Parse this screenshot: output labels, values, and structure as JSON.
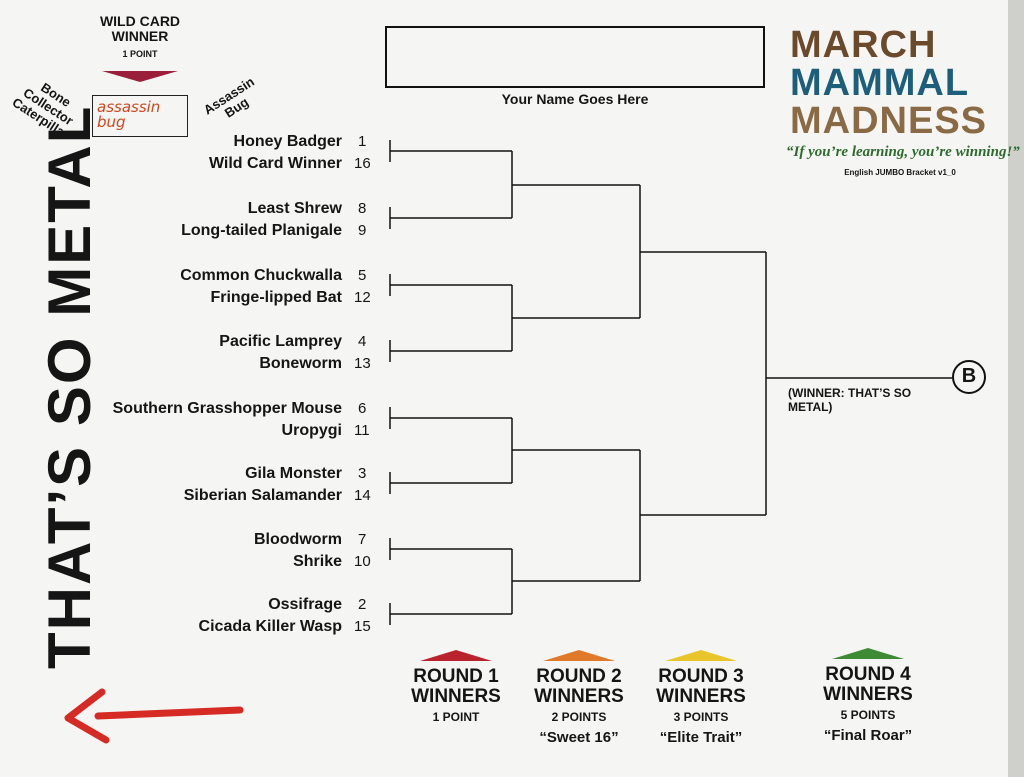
{
  "wild_card": {
    "title": "WILD CARD WINNER",
    "points": "1 POINT",
    "left_entry": "Bone Collector Caterpillar",
    "right_entry": "Assassin Bug",
    "handwritten_pick": "assassin bug"
  },
  "region_title": "THAT’S SO METAL",
  "name_box": {
    "label": "Your Name Goes Here"
  },
  "logo": {
    "line1": "MARCH",
    "line2": "MAMMAL",
    "line3": "MADNESS",
    "tagline": "“If you’re learning, you’re winning!”",
    "version": "English JUMBO Bracket v1_0"
  },
  "matchups": [
    {
      "top": {
        "name": "Honey Badger",
        "seed": "1"
      },
      "bottom": {
        "name": "Wild Card Winner",
        "seed": "16"
      }
    },
    {
      "top": {
        "name": "Least Shrew",
        "seed": "8"
      },
      "bottom": {
        "name": "Long-tailed Planigale",
        "seed": "9"
      }
    },
    {
      "top": {
        "name": "Common Chuckwalla",
        "seed": "5"
      },
      "bottom": {
        "name": "Fringe-lipped Bat",
        "seed": "12"
      }
    },
    {
      "top": {
        "name": "Pacific Lamprey",
        "seed": "4"
      },
      "bottom": {
        "name": "Boneworm",
        "seed": "13"
      }
    },
    {
      "top": {
        "name": "Southern Grasshopper Mouse",
        "seed": "6"
      },
      "bottom": {
        "name": "Uropygi",
        "seed": "11"
      }
    },
    {
      "top": {
        "name": "Gila Monster",
        "seed": "3"
      },
      "bottom": {
        "name": "Siberian Salamander",
        "seed": "14"
      }
    },
    {
      "top": {
        "name": "Bloodworm",
        "seed": "7"
      },
      "bottom": {
        "name": "Shrike",
        "seed": "10"
      }
    },
    {
      "top": {
        "name": "Ossifrage",
        "seed": "2"
      },
      "bottom": {
        "name": "Cicada Killer Wasp",
        "seed": "15"
      }
    }
  ],
  "region_winner_label": "(WINNER: THAT’S SO METAL)",
  "region_letter": "B",
  "rounds": [
    {
      "title_line1": "ROUND 1",
      "title_line2": "WINNERS",
      "points": "1 POINT",
      "subtitle": "",
      "color": "#b8232e"
    },
    {
      "title_line1": "ROUND 2",
      "title_line2": "WINNERS",
      "points": "2 POINTS",
      "subtitle": "“Sweet 16”",
      "color": "#e0792a"
    },
    {
      "title_line1": "ROUND 3",
      "title_line2": "WINNERS",
      "points": "3 POINTS",
      "subtitle": "“Elite Trait”",
      "color": "#e9c52b"
    },
    {
      "title_line1": "ROUND 4",
      "title_line2": "WINNERS",
      "points": "5 POINTS",
      "subtitle": "“Final Roar”",
      "color": "#3f8a35"
    }
  ],
  "colors": {
    "logo_brown": "#6b4a2c",
    "logo_teal": "#1d5e7a",
    "logo_tan": "#a98c66",
    "arrow_red": "#d62a24"
  }
}
